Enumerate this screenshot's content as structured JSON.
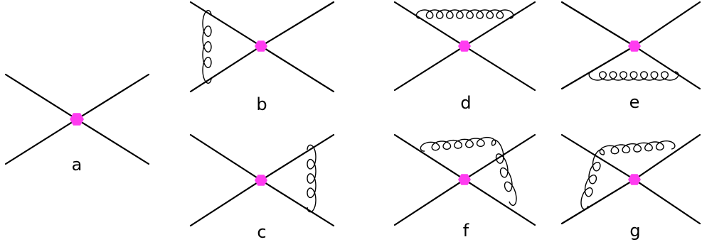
{
  "colors": {
    "vertex": "#ff3cf0",
    "line": "#000000",
    "background": "#ffffff"
  },
  "diagrams": [
    {
      "id": "a",
      "label": "a",
      "gluon": "none"
    },
    {
      "id": "b",
      "label": "b",
      "gluon": "left-legs"
    },
    {
      "id": "c",
      "label": "c",
      "gluon": "right-legs"
    },
    {
      "id": "d",
      "label": "d",
      "gluon": "top-legs"
    },
    {
      "id": "e",
      "label": "e",
      "gluon": "bottom-legs"
    },
    {
      "id": "f",
      "label": "f",
      "gluon": "top-left-to-bottom-right"
    },
    {
      "id": "g",
      "label": "g",
      "gluon": "top-right-to-bottom-left"
    }
  ]
}
